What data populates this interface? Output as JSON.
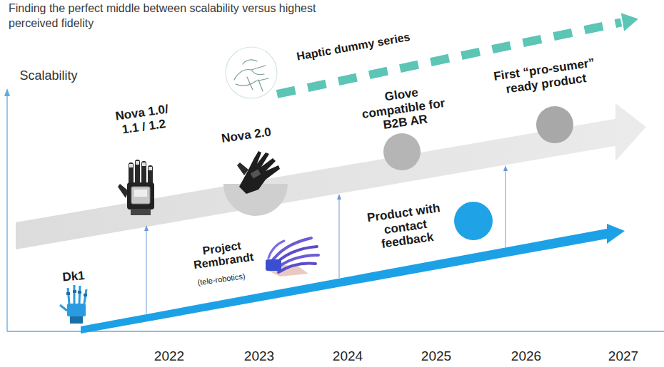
{
  "diagram": {
    "title": "Finding the perfect middle between scalability versus highest perceived fidelity",
    "nodes": [
      {
        "text": [
          "Glove compatible for B2B AR"
        ]
      },
      {
        "text": [
          "First “pro-sumer” ready product"
        ]
      },
      {
        "text": [
          "Product with contact feedback"
        ]
      }
    ],
    "labels": [
      "Scalability",
      "Haptic dummy series",
      "Nova 1.0/ 1.1 / 1.2",
      "Nova 2.0",
      "Dk1",
      "Project Rembrandt",
      "(tele-robotics)",
      "2022",
      "2023",
      "2024",
      "2025",
      "2026",
      "2027"
    ]
  }
}
